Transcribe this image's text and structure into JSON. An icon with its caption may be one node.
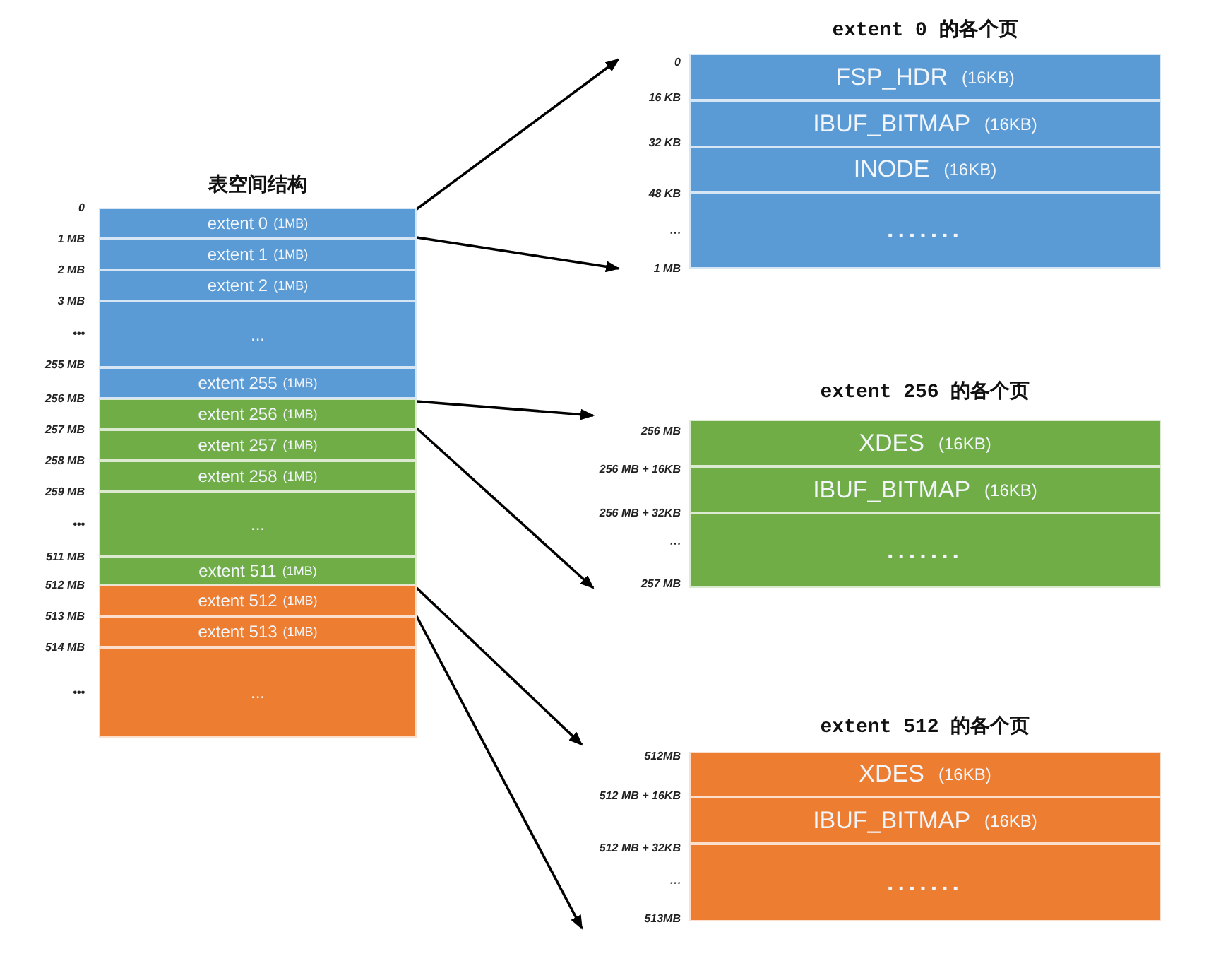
{
  "diagram": {
    "nodes": [
      {
        "text": [
          "表空间结构"
        ],
        "beside": [
          "0",
          "1 MB",
          "2 MB",
          "3 MB",
          "•••",
          "255 MB",
          "256 MB",
          "257 MB",
          "258 MB",
          "259 MB",
          "•••",
          "511 MB",
          "512 MB",
          "513 MB",
          "514 MB",
          "•••"
        ]
      },
      {
        "text": [
          "extent 0",
          "(1MB)"
        ],
        "in": 0
      },
      {
        "text": [
          "extent 1",
          "(1MB)"
        ],
        "in": 0
      },
      {
        "text": [
          "extent 2",
          "(1MB)"
        ],
        "in": 0
      },
      {
        "text": [
          "..."
        ],
        "in": 0
      },
      {
        "text": [
          "extent 255",
          "(1MB)"
        ],
        "in": 0
      },
      {
        "text": [
          "extent 256",
          "(1MB)"
        ],
        "in": 0
      },
      {
        "text": [
          "extent 257",
          "(1MB)"
        ],
        "in": 0
      },
      {
        "text": [
          "extent 258",
          "(1MB)"
        ],
        "in": 0
      },
      {
        "text": [
          "..."
        ],
        "in": 0
      },
      {
        "text": [
          "extent 511",
          "(1MB)"
        ],
        "in": 0
      },
      {
        "text": [
          "extent 512",
          "(1MB)"
        ],
        "in": 0
      },
      {
        "text": [
          "extent 513",
          "(1MB)"
        ],
        "in": 0
      },
      {
        "text": [
          "..."
        ],
        "in": 0
      },
      {
        "text": [
          "extent 0 的各个页"
        ],
        "beside": [
          "0",
          "16 KB",
          "32 KB",
          "48 KB",
          "···",
          "1 MB"
        ]
      },
      {
        "text": [
          "FSP_HDR",
          "(16KB)"
        ],
        "in": 14
      },
      {
        "text": [
          "IBUF_BITMAP",
          "(16KB)"
        ],
        "in": 14
      },
      {
        "text": [
          "INODE",
          "(16KB)"
        ],
        "in": 14
      },
      {
        "text": [
          "......."
        ],
        "in": 14
      },
      {
        "text": [
          "extent 256 的各个页"
        ],
        "beside": [
          "256 MB",
          "256 MB + 16KB",
          "256 MB + 32KB",
          "···",
          "257 MB"
        ]
      },
      {
        "text": [
          "XDES",
          "(16KB)"
        ],
        "in": 19
      },
      {
        "text": [
          "IBUF_BITMAP",
          "(16KB)"
        ],
        "in": 19
      },
      {
        "text": [
          "......."
        ],
        "in": 19
      },
      {
        "text": [
          "extent 512 的各个页"
        ],
        "beside": [
          "512MB",
          "512 MB + 16KB",
          "512 MB + 32KB",
          "···",
          "513MB"
        ]
      },
      {
        "text": [
          "XDES",
          "(16KB)"
        ],
        "in": 23
      },
      {
        "text": [
          "IBUF_BITMAP",
          "(16KB)"
        ],
        "in": 23
      },
      {
        "text": [
          "......."
        ],
        "in": 23
      }
    ],
    "edges": [
      {
        "from": 1,
        "to": 14,
        "arrow": "to"
      },
      {
        "from": 1,
        "to": 14,
        "arrow": "to"
      },
      {
        "from": 6,
        "to": 19,
        "arrow": "to"
      },
      {
        "from": 6,
        "to": 19,
        "arrow": "to"
      },
      {
        "from": 11,
        "to": 23,
        "arrow": "to"
      },
      {
        "from": 11,
        "to": 23,
        "arrow": "to"
      }
    ]
  }
}
